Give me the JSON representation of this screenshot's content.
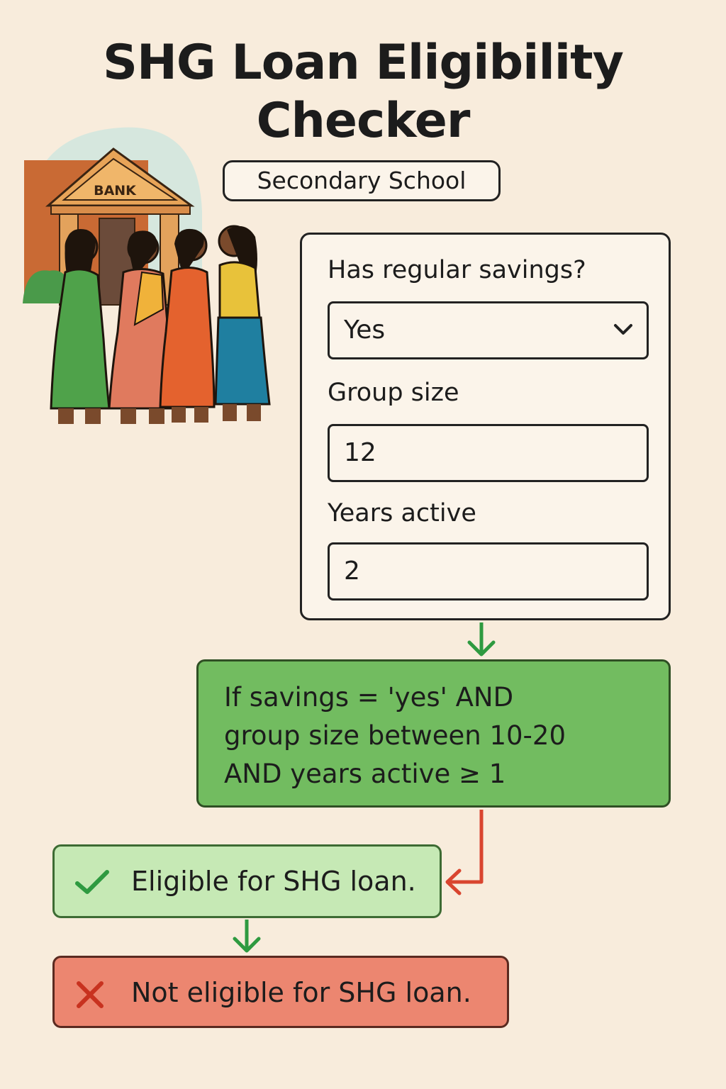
{
  "title_line1": "SHG Loan Eligibility",
  "title_line2": "Checker",
  "badge": "Secondary School",
  "illustration": {
    "sign": "BANK"
  },
  "form": {
    "savings": {
      "label": "Has regular savings?",
      "value": "Yes"
    },
    "group_size": {
      "label": "Group size",
      "value": "12"
    },
    "years_active": {
      "label": "Years active",
      "value": "2"
    }
  },
  "rule": {
    "line1": "If savings = 'yes' AND",
    "line2": "group size between 10-20",
    "line3": "AND years active ≥ 1"
  },
  "results": {
    "eligible": "Eligible for SHG loan.",
    "not_eligible": "Not eligible for SHG loan."
  },
  "colors": {
    "background": "#f8ecdc",
    "rule_box": "#72bc60",
    "eligible_box": "#c6e9b5",
    "not_eligible_box": "#ec8670",
    "arrow_green": "#2e9a40",
    "arrow_red": "#d9452f"
  },
  "icons": [
    "chevron-down-icon",
    "check-icon",
    "cross-icon",
    "arrow-down-icon",
    "arrow-left-icon"
  ]
}
